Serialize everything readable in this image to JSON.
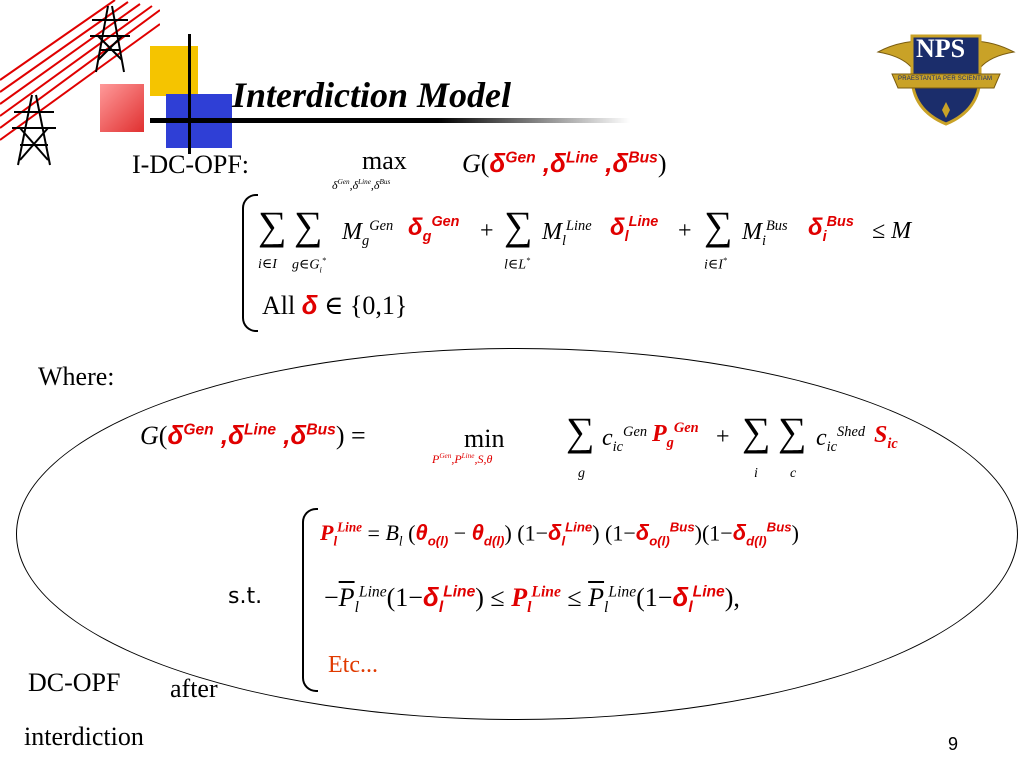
{
  "slide": {
    "title": "Interdiction Model",
    "label_idcopf": "I-DC-OPF:",
    "label_where": "Where:",
    "label_st": "s.t.",
    "label_dcopf": "DC-OPF",
    "label_after": "after",
    "label_interdiction": "interdiction",
    "label_etc": "Etc...",
    "page_number": "9",
    "logo_text": "NPS",
    "logo_motto": "PRAESTANTIA PER SCIENTIAM"
  },
  "math": {
    "max_word": "max",
    "min_word": "min",
    "all_word": "All",
    "set_01": "{0,1}",
    "leq_M": "≤ M"
  },
  "colors": {
    "accent_red": "#e00000",
    "square_yellow": "#f5c400",
    "square_blue": "#2f3fd6",
    "square_red": "#e03030"
  }
}
